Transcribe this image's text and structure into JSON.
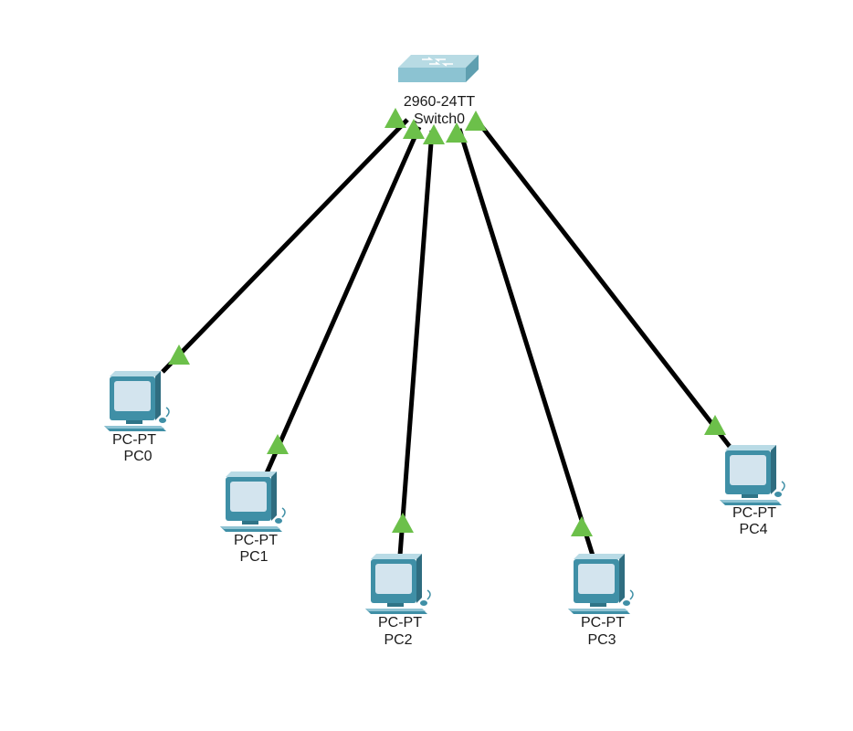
{
  "colors": {
    "cable": "#000000",
    "link_up": "#6cc04a",
    "pc_body": "#3f8fa6",
    "pc_screen": "#d3e4ee",
    "switch_top": "#b8dbe4",
    "label": "#1a1a1a"
  },
  "switch": {
    "model": "2960-24TT",
    "name": "Switch0",
    "icon": "switch-icon"
  },
  "pcs": [
    {
      "model": "PC-PT",
      "name": "PC0",
      "icon": "pc-icon",
      "link_status": "up"
    },
    {
      "model": "PC-PT",
      "name": "PC1",
      "icon": "pc-icon",
      "link_status": "up"
    },
    {
      "model": "PC-PT",
      "name": "PC2",
      "icon": "pc-icon",
      "link_status": "up"
    },
    {
      "model": "PC-PT",
      "name": "PC3",
      "icon": "pc-icon",
      "link_status": "up"
    },
    {
      "model": "PC-PT",
      "name": "PC4",
      "icon": "pc-icon",
      "link_status": "up"
    }
  ]
}
